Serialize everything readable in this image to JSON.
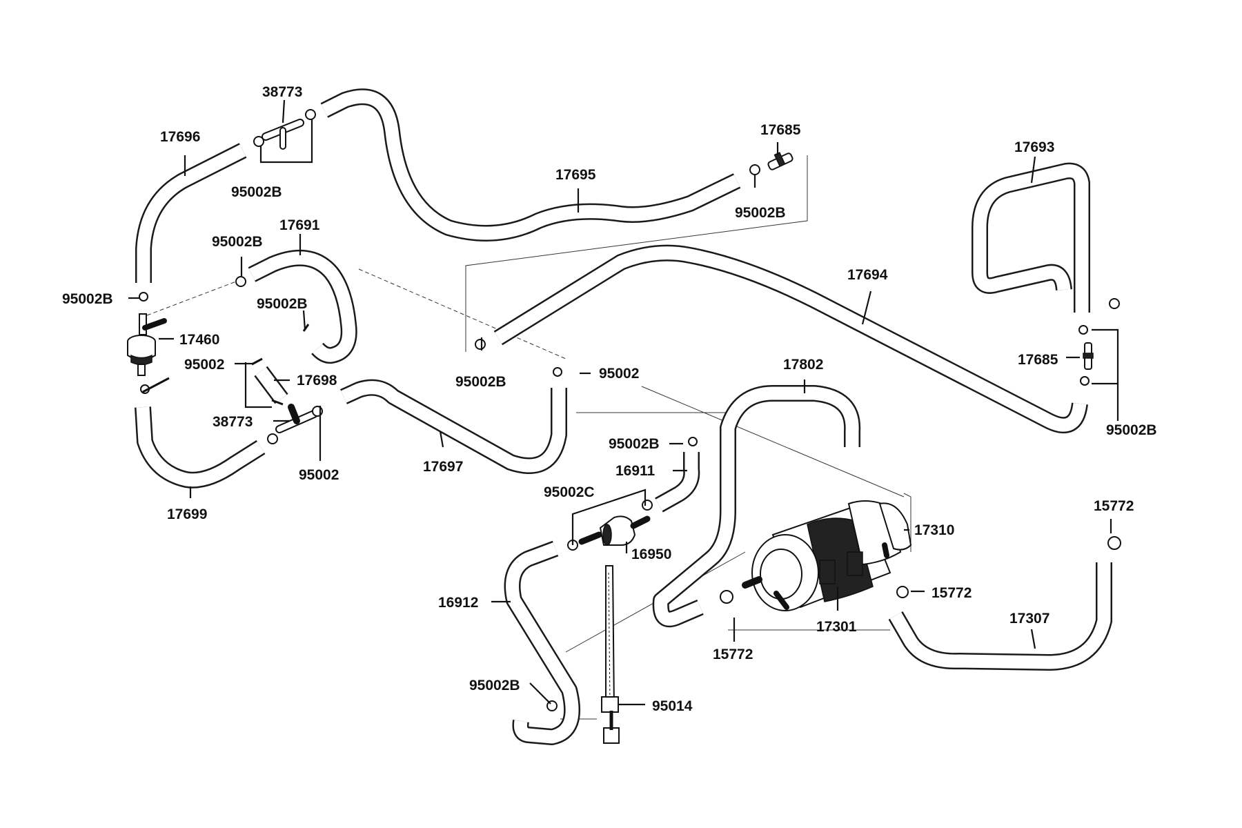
{
  "labels": {
    "p38773_top": "38773",
    "p17696": "17696",
    "p95002B_a": "95002B",
    "p17695": "17695",
    "p17685_top": "17685",
    "p95002B_b": "95002B",
    "p17693": "17693",
    "p95002B_c": "95002B",
    "p17691": "17691",
    "p95002B_d": "95002B",
    "p95002B_e": "95002B",
    "p17460": "17460",
    "p17694": "17694",
    "p95002_a": "95002",
    "p17698": "17698",
    "p17685_right": "17685",
    "p95002B_f": "95002B",
    "p95002_b": "95002",
    "p17802": "17802",
    "p38773_low": "38773",
    "p95002B_g": "95002B",
    "p95002_c": "95002",
    "p17697": "17697",
    "p95002B_h": "95002B",
    "p16911": "16911",
    "p17699": "17699",
    "p95002C": "95002C",
    "p17310": "17310",
    "p15772_top": "15772",
    "p16950": "16950",
    "p16912": "16912",
    "p15772_mid": "15772",
    "p17307": "17307",
    "p17301": "17301",
    "p15772_low": "15772",
    "p95002B_i": "95002B",
    "p95014": "95014"
  }
}
